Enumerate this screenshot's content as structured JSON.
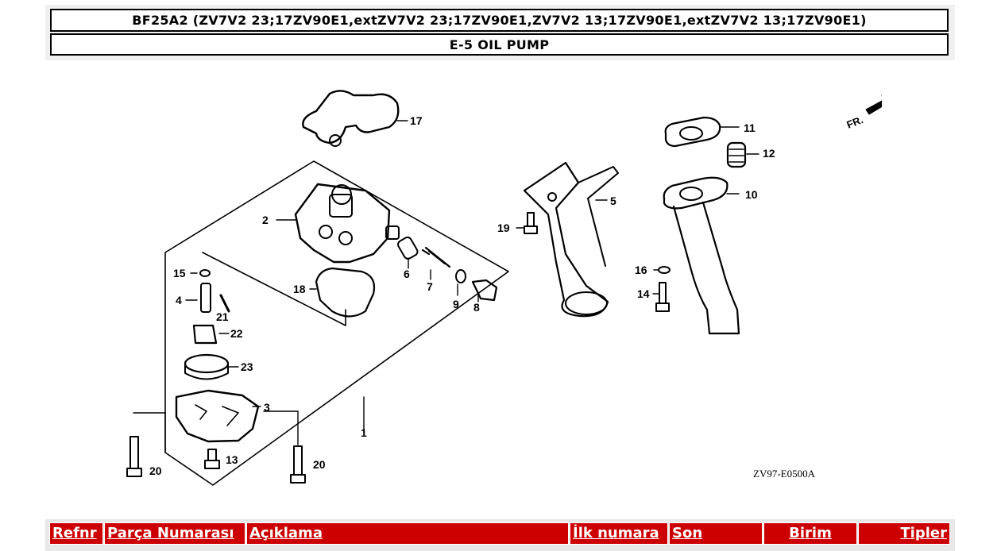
{
  "header": {
    "model_line": "BF25A2 (ZV7V2 23;17ZV90E1,extZV7V2 23;17ZV90E1,ZV7V2 13;17ZV90E1,extZV7V2 13;17ZV90E1)",
    "section_title": "E-5 OIL PUMP"
  },
  "diagram": {
    "code": "ZV97-E0500A",
    "direction_label": "FR.",
    "callouts": [
      "1",
      "2",
      "3",
      "4",
      "5",
      "6",
      "7",
      "8",
      "9",
      "10",
      "11",
      "12",
      "13",
      "14",
      "15",
      "16",
      "17",
      "18",
      "19",
      "20",
      "20",
      "21",
      "22",
      "23"
    ]
  },
  "table": {
    "columns": [
      "Refnr",
      "Parça Numarası",
      "Açıklama",
      "İlk numara",
      "Son",
      "Birim",
      "Tipler"
    ]
  }
}
